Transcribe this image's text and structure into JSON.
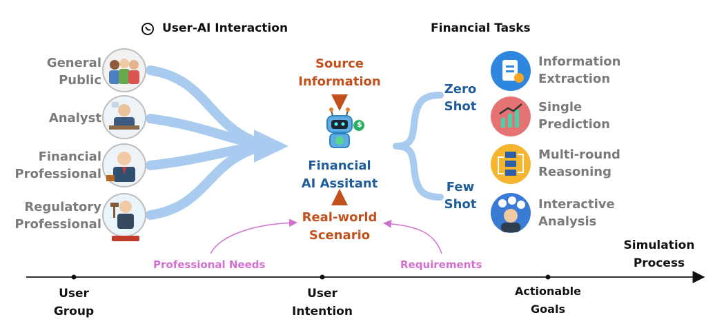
{
  "headers": {
    "interaction": "User-AI Interaction",
    "tasks": "Financial Tasks"
  },
  "user_groups": [
    {
      "line1": "General",
      "line2": "Public"
    },
    {
      "line1": "Analyst",
      "line2": ""
    },
    {
      "line1": "Financial",
      "line2": "Professional"
    },
    {
      "line1": "Regulatory",
      "line2": "Professional"
    }
  ],
  "center": {
    "source_line1": "Source",
    "source_line2": "Information",
    "assistant_line1": "Financial",
    "assistant_line2": "AI Assitant",
    "scenario_line1": "Real-world",
    "scenario_line2": "Scenario",
    "robot_badge": "$"
  },
  "shots": {
    "zero_line1": "Zero",
    "zero_line2": "Shot",
    "few_line1": "Few",
    "few_line2": "Shot"
  },
  "tasks": [
    {
      "line1": "Information",
      "line2": "Extraction"
    },
    {
      "line1": "Single",
      "line2": "Prediction"
    },
    {
      "line1": "Multi-round",
      "line2": "Reasoning"
    },
    {
      "line1": "Interactive",
      "line2": "Analysis"
    }
  ],
  "needs": {
    "left": "Professional Needs",
    "right": "Requirements"
  },
  "timeline": {
    "end_line1": "Simulation",
    "end_line2": "Process",
    "points": [
      {
        "line1": "User",
        "line2": "Group"
      },
      {
        "line1": "User",
        "line2": "Intention"
      },
      {
        "line1": "Actionable",
        "line2": "Goals"
      }
    ]
  },
  "colors": {
    "orange": "#c0511d",
    "blue": "#1f5c99",
    "pink": "#d270d0",
    "arrow": "#a9cbef"
  }
}
